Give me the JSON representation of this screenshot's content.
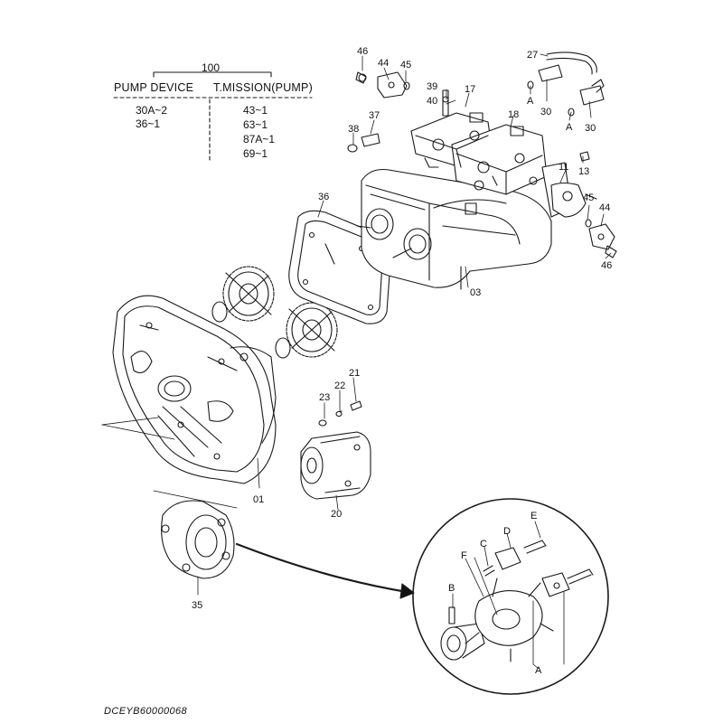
{
  "table": {
    "group": "100",
    "col1_header": "PUMP DEVICE",
    "col2_header": "T.MISSION(PUMP)",
    "col1_rows": [
      "30A~2",
      "36~1"
    ],
    "col2_rows": [
      "43~1",
      "63~1",
      "87A~1",
      "69~1"
    ]
  },
  "callouts": {
    "c46a": "46",
    "c44a": "44",
    "c45a": "45",
    "c39": "39",
    "c40": "40",
    "c17": "17",
    "c27": "27",
    "cAa": "A",
    "c30a": "30",
    "c18": "18",
    "cAb": "A",
    "c30b": "30",
    "c38": "38",
    "c37": "37",
    "c11": "11",
    "c13": "13",
    "c36": "36",
    "c45b": "45",
    "c44b": "44",
    "c46b": "46",
    "c03": "03",
    "c21": "21",
    "c22": "22",
    "c23": "23",
    "c01": "01",
    "c20": "20",
    "c35": "35",
    "cE": "E",
    "cD": "D",
    "cC": "C",
    "cF": "F",
    "cB": "B",
    "cAc": "A"
  },
  "caption": "DCEYB60000068"
}
